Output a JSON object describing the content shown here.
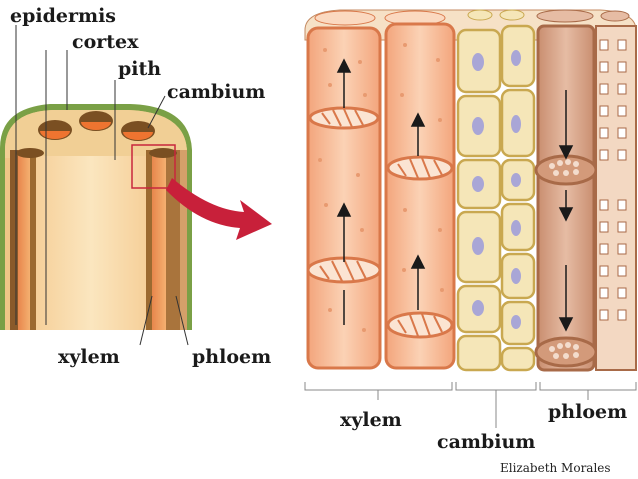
{
  "labels": {
    "epidermis": "epidermis",
    "cortex": "cortex",
    "pith": "pith",
    "cambium": "cambium",
    "xylem_left": "xylem",
    "phloem_left": "phloem",
    "xylem_right": "xylem",
    "cambium_right": "cambium",
    "phloem_right": "phloem"
  },
  "credit": "Elizabeth Morales",
  "colors": {
    "xylem_vessel": "#f2b48e",
    "xylem_wall": "#d9784a",
    "cambium_cell": "#f5e6b8",
    "cambium_wall": "#c9a850",
    "cambium_nucleus": "#a9a6d6",
    "phloem": "#d7a488",
    "phloem_wall": "#a86a48",
    "epidermis": "#6d9a3c",
    "pith": "#f8dca8",
    "zoom_box": "#c8263c",
    "arrow": "#c8203a"
  }
}
